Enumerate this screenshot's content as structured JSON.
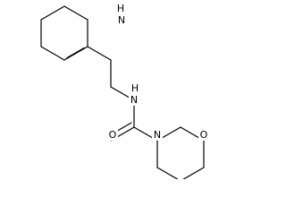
{
  "structure": {
    "atoms": [
      {
        "id": "N_ring",
        "label": "N"
      },
      {
        "id": "H_ring",
        "label": "H"
      },
      {
        "id": "N_amide",
        "label": "N"
      },
      {
        "id": "H_amide",
        "label": "H"
      },
      {
        "id": "O_carbonyl",
        "label": "O"
      },
      {
        "id": "N_morpholine",
        "label": "N"
      },
      {
        "id": "O_morpholine",
        "label": "O"
      }
    ]
  }
}
